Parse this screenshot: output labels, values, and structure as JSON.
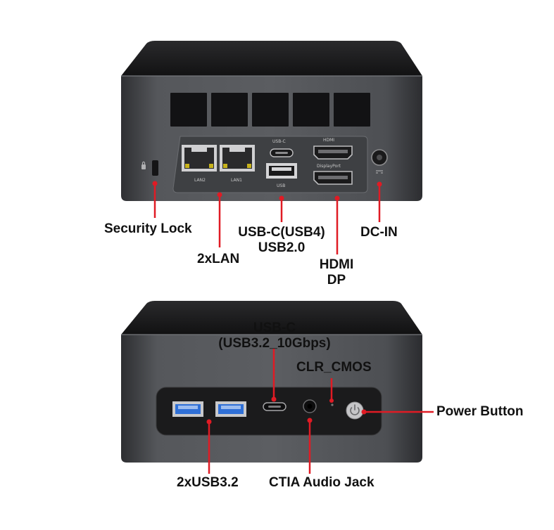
{
  "rear_panel": {
    "port_prints": {
      "usb_c": "USB-C",
      "hdmi": "HDMI",
      "displayport": "DisplayPort",
      "usb": "USB",
      "lan2": "LAN2",
      "lan1": "LAN1"
    },
    "callouts": {
      "security_lock": "Security Lock",
      "lan": "2xLAN",
      "usb_line1": "USB-C(USB4)",
      "usb_line2": "USB2.0",
      "video_line1": "HDMI",
      "video_line2": "DP",
      "dc_in": "DC-IN"
    }
  },
  "front_panel": {
    "callouts": {
      "usbc_line1": "USB-C",
      "usbc_line2": "(USB3.2_10Gbps)",
      "clr_cmos": "CLR_CMOS",
      "power_button": "Power Button",
      "usb32": "2xUSB3.2",
      "audio": "CTIA Audio Jack"
    }
  },
  "colors": {
    "callout": "#e01b24",
    "chassis": "#4a4c50",
    "top": "#1c1c1e",
    "usb3_blue": "#2f6fd6"
  }
}
